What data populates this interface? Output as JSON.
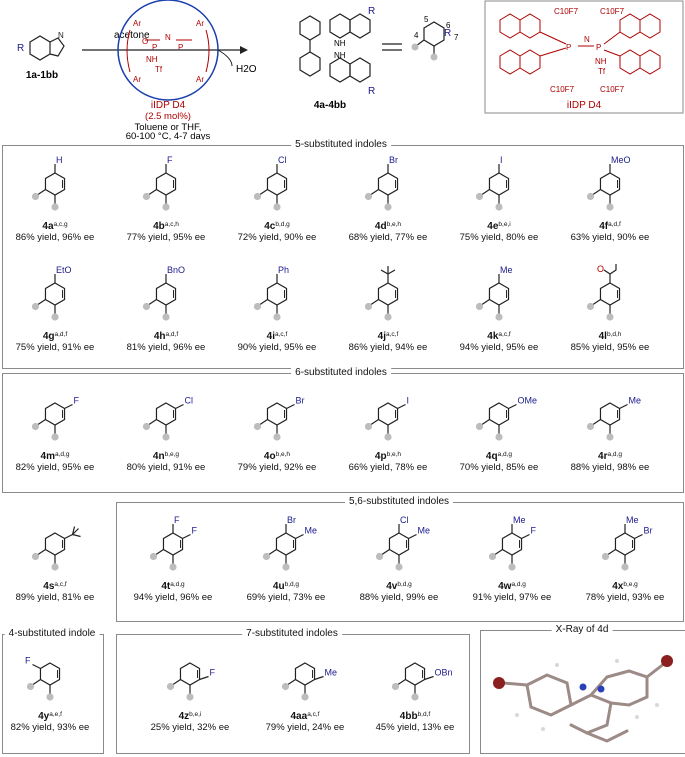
{
  "scheme": {
    "reactant_label": "1a-1bb",
    "reagent": "acetone",
    "catalyst_line": "iIDP D4",
    "loading": "(2.5 mol%)",
    "conditions_1": "Toluene or THF,",
    "conditions_2": "60-100 °C, 4-7 days",
    "byproduct": "H2O",
    "product_label": "4a-4bb",
    "catalyst_box_label": "iIDP D4",
    "r_group": "R",
    "rf_group": "C10F7",
    "catalyst_atoms": {
      "p": "P",
      "n": "N",
      "o": "O",
      "nh": "NH",
      "tf": "Tf",
      "ar": "Ar"
    },
    "numbering": [
      "4",
      "5",
      "6",
      "7"
    ]
  },
  "sections": {
    "s5": "5-substituted indoles",
    "s6": "6-substituted indoles",
    "s56": "5,6-substituted indoles",
    "s4": "4-substituted indole",
    "s7": "7-substituted indoles",
    "xray": "X-Ray of 4d"
  },
  "compounds": [
    {
      "sub": "H",
      "id": "4a",
      "sup": "a,c,g",
      "result": "86% yield, 96% ee"
    },
    {
      "sub": "F",
      "id": "4b",
      "sup": "a,c,h",
      "result": "77% yield, 95% ee"
    },
    {
      "sub": "Cl",
      "id": "4c",
      "sup": "b,d,g",
      "result": "72% yield, 90% ee"
    },
    {
      "sub": "Br",
      "id": "4d",
      "sup": "b,e,h",
      "result": "68% yield, 77% ee"
    },
    {
      "sub": "I",
      "id": "4e",
      "sup": "b,e,i",
      "result": "75% yield, 80% ee"
    },
    {
      "sub": "MeO",
      "id": "4f",
      "sup": "a,d,f",
      "result": "63% yield, 90% ee"
    },
    {
      "sub": "EtO",
      "id": "4g",
      "sup": "a,d,f",
      "result": "75% yield, 91% ee"
    },
    {
      "sub": "BnO",
      "id": "4h",
      "sup": "a,d,f",
      "result": "81% yield, 96% ee"
    },
    {
      "sub": "Ph",
      "id": "4i",
      "sup": "a,c,f",
      "result": "90% yield, 95% ee"
    },
    {
      "sub": "",
      "id": "4j",
      "sup": "a,c,f",
      "result": "86% yield, 94% ee"
    },
    {
      "sub": "Me",
      "id": "4k",
      "sup": "a,c,f",
      "result": "94% yield, 95% ee"
    },
    {
      "sub": "O",
      "id": "4l",
      "sup": "b,d,h",
      "result": "85% yield, 95% ee"
    },
    {
      "sub": "F",
      "id": "4m",
      "sup": "a,d,g",
      "result": "82% yield, 95% ee"
    },
    {
      "sub": "Cl",
      "id": "4n",
      "sup": "b,e,g",
      "result": "80% yield, 91% ee"
    },
    {
      "sub": "Br",
      "id": "4o",
      "sup": "b,e,h",
      "result": "79% yield, 92% ee"
    },
    {
      "sub": "I",
      "id": "4p",
      "sup": "b,e,h",
      "result": "66% yield, 78% ee"
    },
    {
      "sub": "OMe",
      "id": "4q",
      "sup": "a,d,g",
      "result": "70% yield, 85% ee"
    },
    {
      "sub": "Me",
      "id": "4r",
      "sup": "a,d,g",
      "result": "88% yield, 98% ee"
    },
    {
      "sub": "",
      "id": "4s",
      "sup": "a,c,f",
      "result": "89% yield, 81% ee"
    },
    {
      "sub": "F",
      "sub2": "F",
      "id": "4t",
      "sup": "a,d,g",
      "result": "94% yield, 96% ee"
    },
    {
      "sub": "Br",
      "sub2": "Me",
      "id": "4u",
      "sup": "b,d,g",
      "result": "69% yield, 73% ee"
    },
    {
      "sub": "Cl",
      "sub2": "Me",
      "id": "4v",
      "sup": "b,d,g",
      "result": "88% yield, 99% ee"
    },
    {
      "sub": "Me",
      "sub2": "F",
      "id": "4w",
      "sup": "a,d,g",
      "result": "91% yield, 97% ee"
    },
    {
      "sub": "Me",
      "sub2": "Br",
      "id": "4x",
      "sup": "b,e,g",
      "result": "78% yield, 93% ee"
    },
    {
      "sub": "F",
      "id": "4y",
      "sup": "a,e,f",
      "result": "82% yield, 93% ee"
    },
    {
      "sub": "F",
      "id": "4z",
      "sup": "b,e,i",
      "result": "25% yield, 32% ee"
    },
    {
      "sub": "Me",
      "id": "4aa",
      "sup": "a,c,f",
      "result": "79% yield, 24% ee"
    },
    {
      "sub": "OBn",
      "id": "4bb",
      "sup": "b,d,f",
      "result": "45% yield, 13% ee"
    }
  ],
  "colors": {
    "substituent": "#1a1a8c",
    "catalyst": "#b00000",
    "bond": "#222222",
    "atom_dot": "#bdbdbd"
  }
}
